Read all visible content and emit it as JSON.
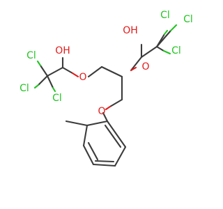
{
  "molecule": {
    "labels": {
      "hydroxyl_left": "OH",
      "hydroxyl_right": "OH",
      "ether_left": "O",
      "ether_middle": "O",
      "ether_aryl": "O",
      "cl_left_1": "Cl",
      "cl_left_2": "Cl",
      "cl_left_3": "Cl",
      "cl_right_1": "Cl",
      "cl_right_2": "Cl",
      "cl_right_3": "Cl"
    },
    "colors": {
      "bond": "#3b3b3b",
      "oxygen": "#e31b1b",
      "chlorine": "#22c422",
      "background": "#ffffff"
    }
  }
}
